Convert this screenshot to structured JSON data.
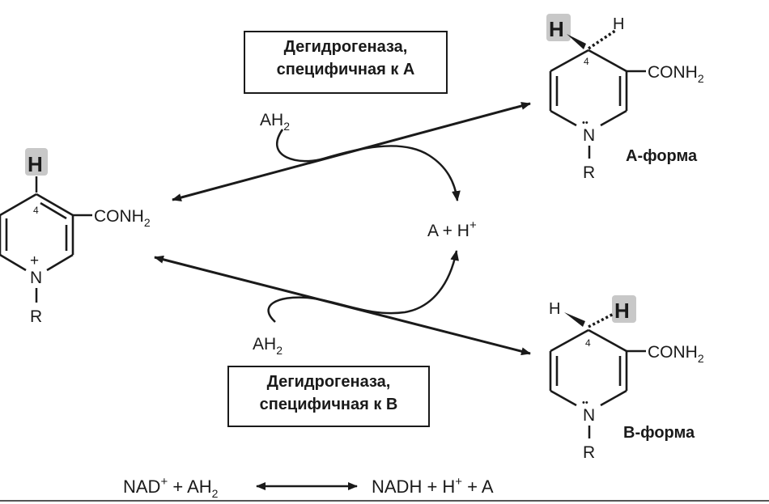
{
  "colors": {
    "ink": "#1a1a1a",
    "highlight": "#c8c8c8"
  },
  "substrate": {
    "h_top": "H",
    "position_4": "4",
    "conh2": "CONH",
    "conh2_sub": "2",
    "n_charge": "+",
    "n": "N",
    "r": "R"
  },
  "a_form": {
    "h_bold": "H",
    "h_plain": "H",
    "position_4": "4",
    "conh2": "CONH",
    "conh2_sub": "2",
    "n": "N",
    "n_dots": "••",
    "r": "R",
    "label": "A-форма"
  },
  "b_form": {
    "h_plain": "H",
    "h_bold": "H",
    "position_4": "4",
    "conh2": "CONH",
    "conh2_sub": "2",
    "n": "N",
    "n_dots": "••",
    "r": "R",
    "label": "B-форма"
  },
  "enzyme_a": {
    "line1": "Дегидрогеназа,",
    "line2": "специфичная к А"
  },
  "enzyme_b": {
    "line1": "Дегидрогеназа,",
    "line2": "специфичная к В"
  },
  "reagent_top": {
    "main": "AH",
    "sub": "2"
  },
  "reagent_bottom": {
    "main": "AH",
    "sub": "2"
  },
  "product": {
    "text": "A + H",
    "sup": "+"
  },
  "equation": {
    "left_main": "NAD",
    "left_sup": "+",
    "left_rest": " + AH",
    "left_sub": "2",
    "right_main": "NADH + H",
    "right_sup": "+",
    "right_rest": " + A"
  }
}
